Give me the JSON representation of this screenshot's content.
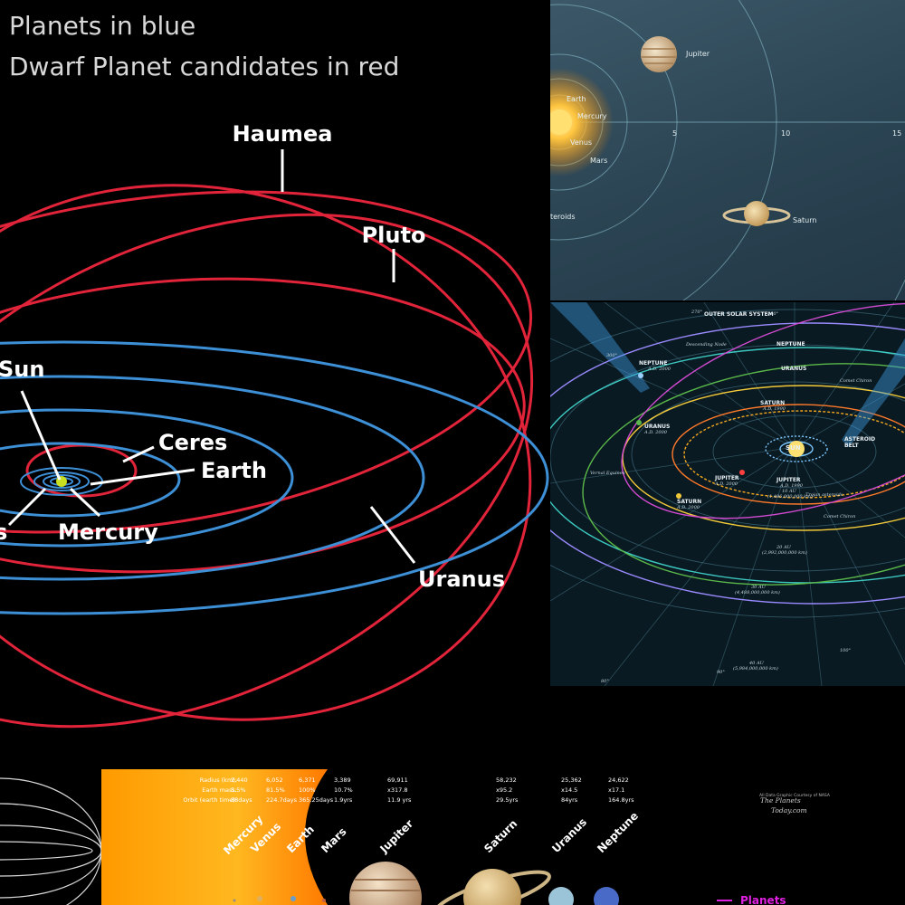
{
  "main_panel": {
    "heading_line1": "Planets in blue",
    "heading_line2": "Dwarf Planet candidates in red",
    "labels": {
      "haumea": "Haumea",
      "pluto": "Pluto",
      "sun": "Sun",
      "ceres": "Ceres",
      "earth": "Earth",
      "mercury": "Mercury",
      "venus_partial": "s",
      "uranus": "Uranus"
    },
    "colors": {
      "planets": "#3d8fd6",
      "dwarf_planets": "#e2243a",
      "sun": "#c8e020"
    }
  },
  "inner_panel": {
    "labels": [
      "Jupiter",
      "Earth",
      "Mercury",
      "Venus",
      "Mars",
      "Saturn",
      "teroids"
    ],
    "scale_ticks": [
      "5",
      "10",
      "15"
    ]
  },
  "outer_panel": {
    "title": "OUTER SOLAR SYSTEM",
    "labels": {
      "neptune_top": "NEPTUNE",
      "neptune_left": "NEPTUNE",
      "neptune_left_year": "A.D. 2000",
      "uranus_top": "URANUS",
      "uranus_left": "URANUS",
      "uranus_left_year": "A.D. 2000",
      "saturn_top": "SATURN",
      "saturn_top_year": "A.D. 1990",
      "saturn_bottom": "SATURN",
      "saturn_bottom_year": "A.D. 2000",
      "jupiter_left": "JUPITER",
      "jupiter_left_year": "A.D. 2000",
      "jupiter_right": "JUPITER",
      "jupiter_right_year": "A.D. 1990",
      "sun": "SUN",
      "asteroid": "ASTEROID",
      "belt": "BELT",
      "comet_chiron_top": "Comet Chiron",
      "comet_chiron_bottom": "Comet Chiron",
      "trojan_asteroids": "Trojan asteroids",
      "vernal_equinox": "Vernal Equinox",
      "descending_node": "Descending Node",
      "au_10": "10 AU",
      "au_10_km": "(1,496,000,000 km)",
      "au_20": "20 AU",
      "au_20_km": "(2,992,000,000 km)",
      "au_30": "30 AU",
      "au_30_km": "(4,488,000,000 km)",
      "au_40": "40 AU",
      "au_40_km": "(5,984,000,000 km)",
      "deg_270": "270°",
      "deg_260": "260°",
      "deg_300": "300°",
      "deg_100": "100°",
      "deg_90": "90°",
      "deg_80": "80°"
    }
  },
  "bottom_panel": {
    "row_headers": [
      "Radius (km):",
      "Earth mass:",
      "Orbit (earth time):"
    ],
    "planets": [
      {
        "name": "Mercury",
        "radius": "2,440",
        "mass": "5.5%",
        "orbit": "88days"
      },
      {
        "name": "Venus",
        "radius": "6,052",
        "mass": "81.5%",
        "orbit": "224.7days"
      },
      {
        "name": "Earth",
        "radius": "6,371",
        "mass": "100%",
        "orbit": "365.25days"
      },
      {
        "name": "Mars",
        "radius": "3,389",
        "mass": "10.7%",
        "orbit": "1.9yrs"
      },
      {
        "name": "Jupiter",
        "radius": "69,911",
        "mass": "x317.8",
        "orbit": "11.9 yrs"
      },
      {
        "name": "Saturn",
        "radius": "58,232",
        "mass": "x95.2",
        "orbit": "29.5yrs"
      },
      {
        "name": "Uranus",
        "radius": "25,362",
        "mass": "x14.5",
        "orbit": "84yrs"
      },
      {
        "name": "Neptune",
        "radius": "24,622",
        "mass": "x17.1",
        "orbit": "164.8yrs"
      }
    ],
    "credit_small": "All Data Graphic Courtesy of NASA",
    "logo_line1": "The Planets",
    "logo_line2": "Today.com",
    "legend_label": "Planets",
    "legend_color": "#e020e0"
  }
}
